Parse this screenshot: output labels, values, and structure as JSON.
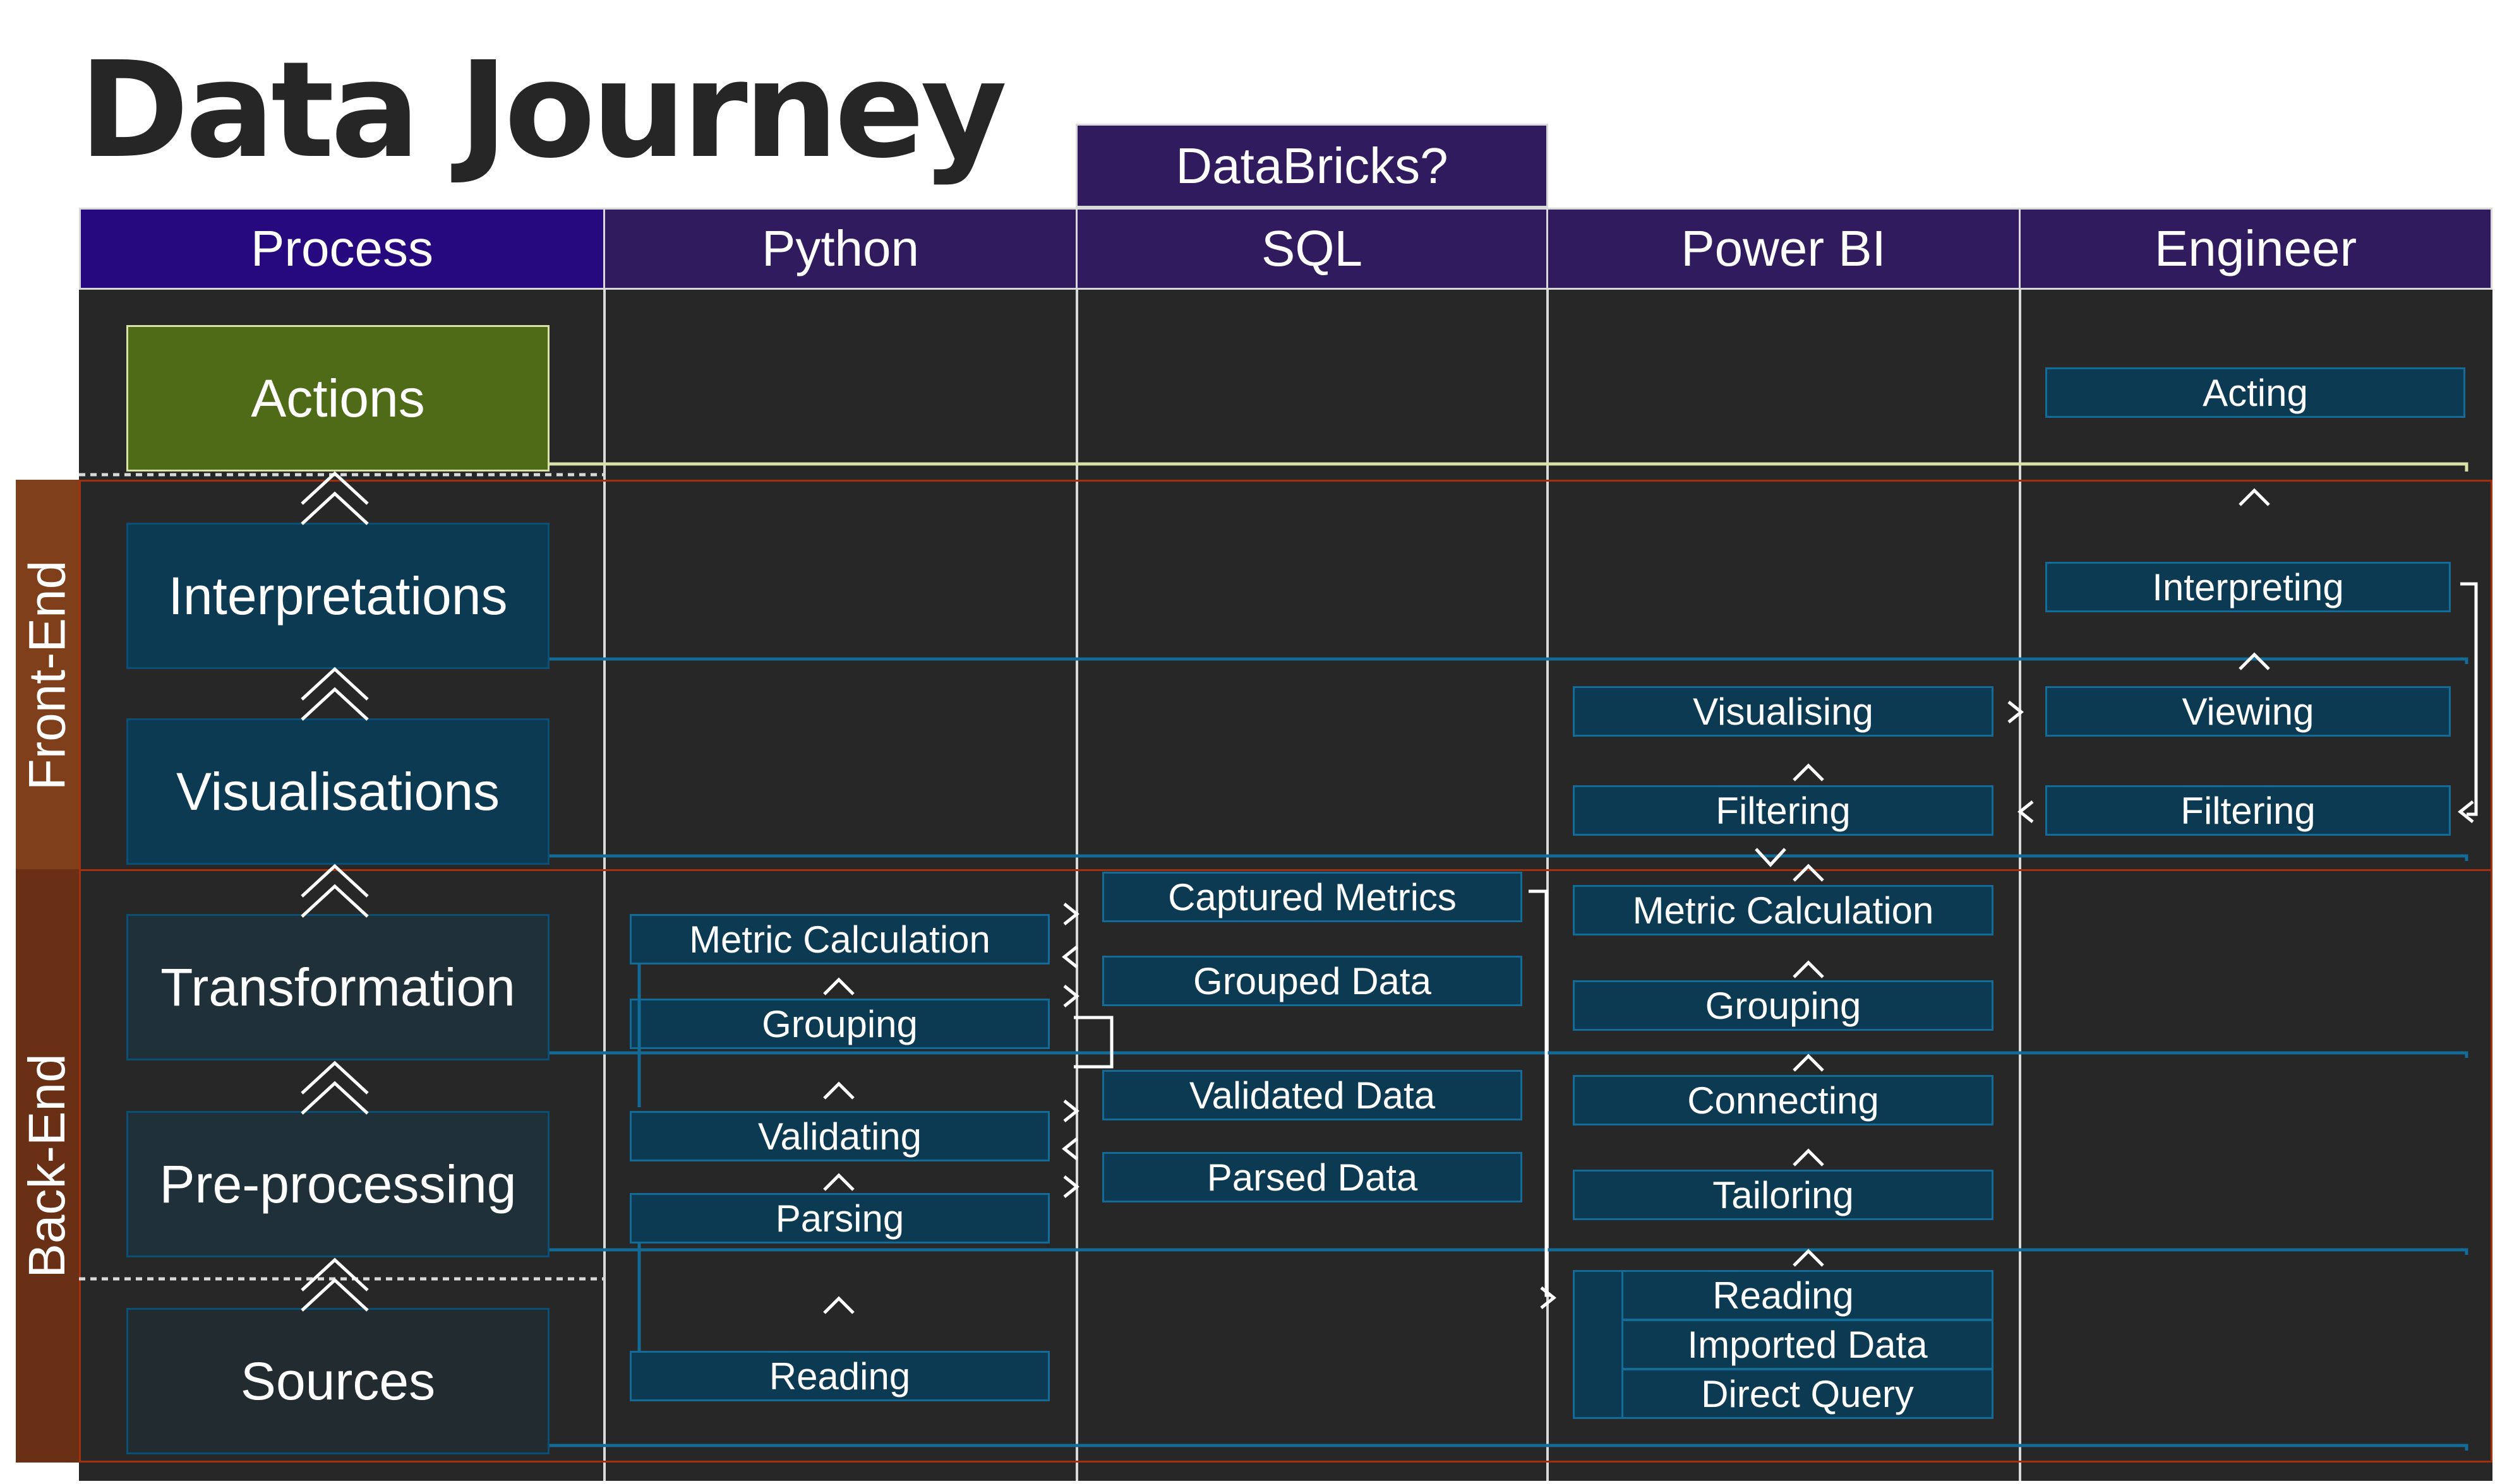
{
  "title": "Data Journey",
  "databricks_label": "DataBricks?",
  "columns": [
    "Process",
    "Python",
    "SQL",
    "Power BI",
    "Engineer"
  ],
  "bands": {
    "front_end": "Front-End",
    "back_end": "Back-End"
  },
  "process_stages": [
    "Actions",
    "Interpretations",
    "Visualisations",
    "Transformation",
    "Pre-processing",
    "Sources"
  ],
  "python": {
    "metric_calculation": "Metric Calculation",
    "grouping": "Grouping",
    "validating": "Validating",
    "parsing": "Parsing",
    "reading": "Reading"
  },
  "sql": {
    "captured_metrics": "Captured Metrics",
    "grouped_data": "Grouped Data",
    "validated_data": "Validated Data",
    "parsed_data": "Parsed Data"
  },
  "powerbi": {
    "visualising": "Visualising",
    "filtering": "Filtering",
    "metric_calculation": "Metric Calculation",
    "grouping": "Grouping",
    "connecting": "Connecting",
    "tailoring": "Tailoring",
    "reading": "Reading",
    "imported_data": "Imported Data",
    "direct_query": "Direct Query"
  },
  "engineer": {
    "acting": "Acting",
    "interpreting": "Interpreting",
    "viewing": "Viewing",
    "filtering": "Filtering"
  },
  "colors": {
    "header": "#2f1b5e",
    "process_header": "#26087f",
    "panel": "#272727",
    "front_end": "#7f3f1b",
    "back_end": "#6a3016",
    "actions": "#4f6b17",
    "box": "#0b3a52",
    "box_border": "#136b97"
  }
}
